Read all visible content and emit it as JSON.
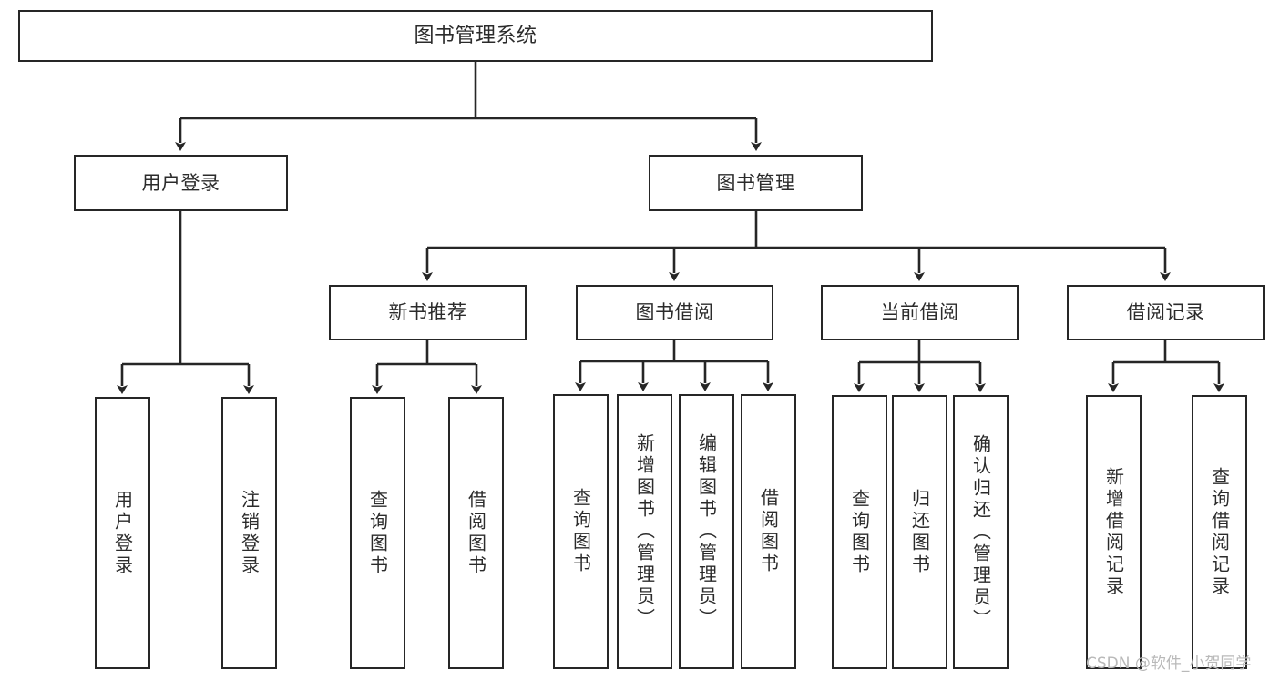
{
  "diagram": {
    "type": "tree-hierarchy-chart",
    "title": "图书管理系统",
    "stroke_color": "#262626",
    "text_color": "#2b2b2b",
    "background_color": "#ffffff",
    "levels": 4,
    "root": {
      "id": "root",
      "label": "图书管理系统",
      "orientation": "horizontal"
    },
    "level2": [
      {
        "id": "user-login",
        "label": "用户登录",
        "orientation": "horizontal"
      },
      {
        "id": "book-management",
        "label": "图书管理",
        "orientation": "horizontal"
      }
    ],
    "level3": [
      {
        "id": "new-book-recommend",
        "label": "新书推荐",
        "orientation": "horizontal",
        "parent": "book-management"
      },
      {
        "id": "book-borrow",
        "label": "图书借阅",
        "orientation": "horizontal",
        "parent": "book-management"
      },
      {
        "id": "current-borrow",
        "label": "当前借阅",
        "orientation": "horizontal",
        "parent": "book-management"
      },
      {
        "id": "borrow-record",
        "label": "借阅记录",
        "orientation": "horizontal",
        "parent": "book-management"
      }
    ],
    "leaves": [
      {
        "id": "leaf-user-login",
        "label": "用户登录",
        "parent": "user-login"
      },
      {
        "id": "leaf-logout-login",
        "label": "注销登录",
        "parent": "user-login"
      },
      {
        "id": "leaf-query-book-1",
        "label": "查询图书",
        "parent": "new-book-recommend"
      },
      {
        "id": "leaf-borrow-book-1",
        "label": "借阅图书",
        "parent": "new-book-recommend"
      },
      {
        "id": "leaf-query-book-2",
        "label": "查询图书",
        "parent": "book-borrow"
      },
      {
        "id": "leaf-add-book",
        "label": "新增图书（管理员）",
        "parent": "book-borrow"
      },
      {
        "id": "leaf-edit-book",
        "label": "编辑图书（管理员）",
        "parent": "book-borrow"
      },
      {
        "id": "leaf-borrow-book-2",
        "label": "借阅图书",
        "parent": "book-borrow"
      },
      {
        "id": "leaf-query-book-3",
        "label": "查询图书",
        "parent": "current-borrow"
      },
      {
        "id": "leaf-return-book",
        "label": "归还图书",
        "parent": "current-borrow"
      },
      {
        "id": "leaf-confirm-return",
        "label": "确认归还（管理员）",
        "parent": "current-borrow"
      },
      {
        "id": "leaf-add-record",
        "label": "新增借阅记录",
        "parent": "borrow-record"
      },
      {
        "id": "leaf-query-record",
        "label": "查询借阅记录",
        "parent": "borrow-record"
      }
    ]
  },
  "watermark": {
    "text": "CSDN @软件_小贺同学"
  }
}
